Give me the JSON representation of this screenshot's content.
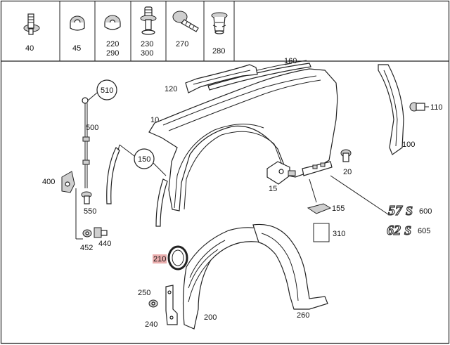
{
  "diagram": {
    "highlight_color": "#e8a0a0",
    "header_parts": [
      {
        "id": "p40",
        "label": "40"
      },
      {
        "id": "p45",
        "label": "45"
      },
      {
        "id": "p220",
        "label": "220"
      },
      {
        "id": "p290",
        "label": "290"
      },
      {
        "id": "p230",
        "label": "230"
      },
      {
        "id": "p300",
        "label": "300"
      },
      {
        "id": "p270",
        "label": "270"
      },
      {
        "id": "p280",
        "label": "280"
      }
    ],
    "callouts": {
      "c160": "160",
      "c120": "120",
      "c10": "10",
      "c510": "510",
      "c500": "500",
      "c150": "150",
      "c110": "110",
      "c100": "100",
      "c20": "20",
      "c15": "15",
      "c400": "400",
      "c550": "550",
      "c155": "155",
      "c452": "452",
      "c440": "440",
      "c310": "310",
      "c210": "210",
      "c250": "250",
      "c240": "240",
      "c200": "200",
      "c260": "260",
      "c600": "600",
      "c605": "605"
    },
    "badges": {
      "b57": "57",
      "b57s": "S",
      "b62": "62",
      "b62s": "S"
    }
  }
}
